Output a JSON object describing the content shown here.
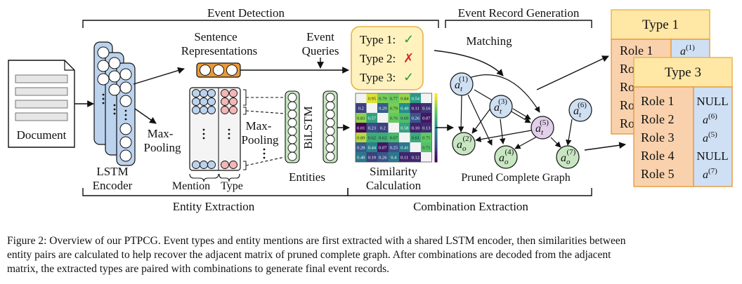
{
  "sections": {
    "event_detection": "Event Detection",
    "event_record_generation": "Event Record Generation",
    "entity_extraction": "Entity Extraction",
    "combination_extraction": "Combination Extraction"
  },
  "labels": {
    "document": "Document",
    "lstm_encoder_1": "LSTM",
    "lstm_encoder_2": "Encoder",
    "max_pooling_1_a": "Max-",
    "max_pooling_1_b": "Pooling",
    "sentence_repr_1": "Sentence",
    "sentence_repr_2": "Representations",
    "event_queries_1": "Event",
    "event_queries_2": "Queries",
    "max_pooling_2_a": "Max-",
    "max_pooling_2_b": "Pooling",
    "bilstm": "BiLSTM",
    "entities": "Entities",
    "mention": "Mention",
    "type": "Type",
    "similarity_1": "Similarity",
    "similarity_2": "Calculation",
    "matching": "Matching",
    "pruned_graph": "Pruned Complete Graph"
  },
  "event_types": [
    {
      "label": "Type 1:",
      "mark": "✓",
      "status": "yes"
    },
    {
      "label": "Type 2:",
      "mark": "✗",
      "status": "no"
    },
    {
      "label": "Type 3:",
      "mark": "✓",
      "status": "yes"
    }
  ],
  "graph_nodes": [
    {
      "id": "t1",
      "base": "a",
      "sub": "t",
      "sup": "(1)",
      "kind": "trigger"
    },
    {
      "id": "t3",
      "base": "a",
      "sub": "t",
      "sup": "(3)",
      "kind": "trigger"
    },
    {
      "id": "t5",
      "base": "a",
      "sub": "t",
      "sup": "(5)",
      "kind": "pivot"
    },
    {
      "id": "t6",
      "base": "a",
      "sub": "t",
      "sup": "(6)",
      "kind": "trigger"
    },
    {
      "id": "o2",
      "base": "a",
      "sub": "o",
      "sup": "(2)",
      "kind": "ordinary"
    },
    {
      "id": "o4",
      "base": "a",
      "sub": "o",
      "sup": "(4)",
      "kind": "ordinary"
    },
    {
      "id": "o7",
      "base": "a",
      "sub": "o",
      "sup": "(7)",
      "kind": "ordinary"
    }
  ],
  "matrix_values": [
    [
      "",
      "0.95",
      "0.79",
      "0.77",
      "0.84",
      "0.54",
      ""
    ],
    [
      "0.2",
      "",
      "0.29",
      "0.79",
      "0.49",
      "0.11",
      "0.16"
    ],
    [
      "0.83",
      "0.57",
      "",
      "0.76",
      "0.69",
      "0.26",
      "0.07"
    ],
    [
      "0.01",
      "0.23",
      "0.2",
      "",
      "0.58",
      "0.10",
      "0.13"
    ],
    [
      "0.89",
      "0.62",
      "0.62",
      "0.67",
      "",
      "0.61",
      "0.75"
    ],
    [
      "0.28",
      "0.44",
      "0.07",
      "0.25",
      "0.41",
      "",
      "0.71"
    ],
    [
      "0.40",
      "0.19",
      "0.26",
      "0.4",
      "0.11",
      "0.12",
      ""
    ]
  ],
  "record_type1": {
    "title": "Type 1",
    "roles": [
      "Role 1",
      "Ro",
      "Ro",
      "Ro",
      "Ro"
    ],
    "first_arg": {
      "base": "a",
      "sup": "(1)"
    }
  },
  "record_type3": {
    "title": "Type 3",
    "roles": [
      "Role 1",
      "Role 2",
      "Role 3",
      "Role 4",
      "Role 5"
    ],
    "args": [
      {
        "text": "NULL"
      },
      {
        "base": "a",
        "sup": "(6)"
      },
      {
        "base": "a",
        "sup": "(5)"
      },
      {
        "text": "NULL"
      },
      {
        "base": "a",
        "sup": "(7)"
      }
    ]
  },
  "caption": {
    "line1": "Figure 2: Overview of our PTPCG. Event types and entity mentions are first extracted with a shared LSTM encoder, then similarities between",
    "line2": "entity pairs are calculated to help recover the adjacent matrix of pruned complete graph.  After combinations are decoded from the adjacent",
    "line3": "matrix, the extracted types are paired with combinations to generate final event records."
  },
  "colors": {
    "blue_fill": "#bcd3ee",
    "red_fill": "#f4b6b6",
    "orange": "#e89a3c",
    "node_blue": "#cfe0f3",
    "node_purple": "#e2cfe9",
    "node_green": "#c8e6c2",
    "green_cell": "#b9dfae",
    "yellow_box": "#fff2bf",
    "record_header": "#ffe7a6",
    "record_role": "#f9d2ad",
    "record_arg": "#cfe0f5"
  }
}
